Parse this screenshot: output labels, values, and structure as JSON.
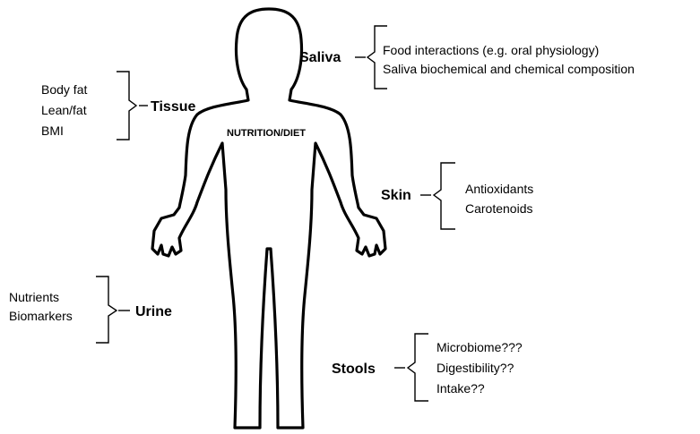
{
  "center_label": "NUTRITION/DIET",
  "groups": {
    "saliva": {
      "label": "Saliva",
      "items": [
        "Food interactions (e.g. oral physiology)",
        "Saliva biochemical and chemical composition"
      ]
    },
    "tissue": {
      "label": "Tissue",
      "items": [
        "Body fat",
        "Lean/fat",
        "BMI"
      ]
    },
    "skin": {
      "label": "Skin",
      "items": [
        "Antioxidants",
        "Carotenoids"
      ]
    },
    "urine": {
      "label": "Urine",
      "items": [
        "Nutrients",
        "Biomarkers"
      ]
    },
    "stools": {
      "label": "Stools",
      "items": [
        "Microbiome???",
        "Digestibility??",
        "Intake??"
      ]
    }
  }
}
